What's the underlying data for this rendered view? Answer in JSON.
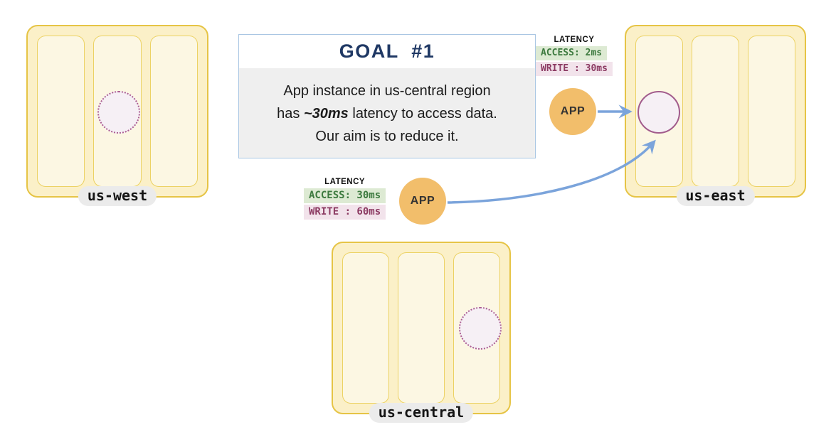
{
  "app": {
    "label": "APP"
  },
  "goal_box": {
    "title": "GOAL  #1",
    "line1": "App instance in us-central region",
    "line2_prefix": "has ",
    "line2_emphasis": "~30ms",
    "line2_suffix": " latency to access data.",
    "line3": "Our aim is to reduce it."
  },
  "regions": {
    "us_west": {
      "label": "us-west"
    },
    "us_east": {
      "label": "us-east"
    },
    "us_central": {
      "label": "us-central"
    }
  },
  "latency_us_east_app": {
    "heading": "LATENCY",
    "access": "ACCESS: 2ms",
    "write": "WRITE : 30ms"
  },
  "latency_us_central_app": {
    "heading": "LATENCY",
    "access": "ACCESS: 30ms",
    "write": "WRITE : 60ms"
  },
  "colors": {
    "region_fill": "#FBF0C8",
    "region_border": "#E6C445",
    "zone_fill": "#FCF7E3",
    "zone_border": "#ECD264",
    "data_circle_fill": "#F6F0F5",
    "data_circle_border": "#AC5F93",
    "app_circle_fill": "#F2BE6B",
    "arrow_blue": "#7BA4DB",
    "goal_title_navy": "#1F3864",
    "goal_border_blue": "#A9C6E3",
    "goal_body_gray": "#EFEFEF",
    "access_bg_green": "#DDEAD3",
    "access_text_green": "#3D7A3F",
    "write_bg_pink": "#F2E3EB",
    "write_text_maroon": "#8C3B63",
    "label_pill_gray": "#EBEBEB"
  }
}
